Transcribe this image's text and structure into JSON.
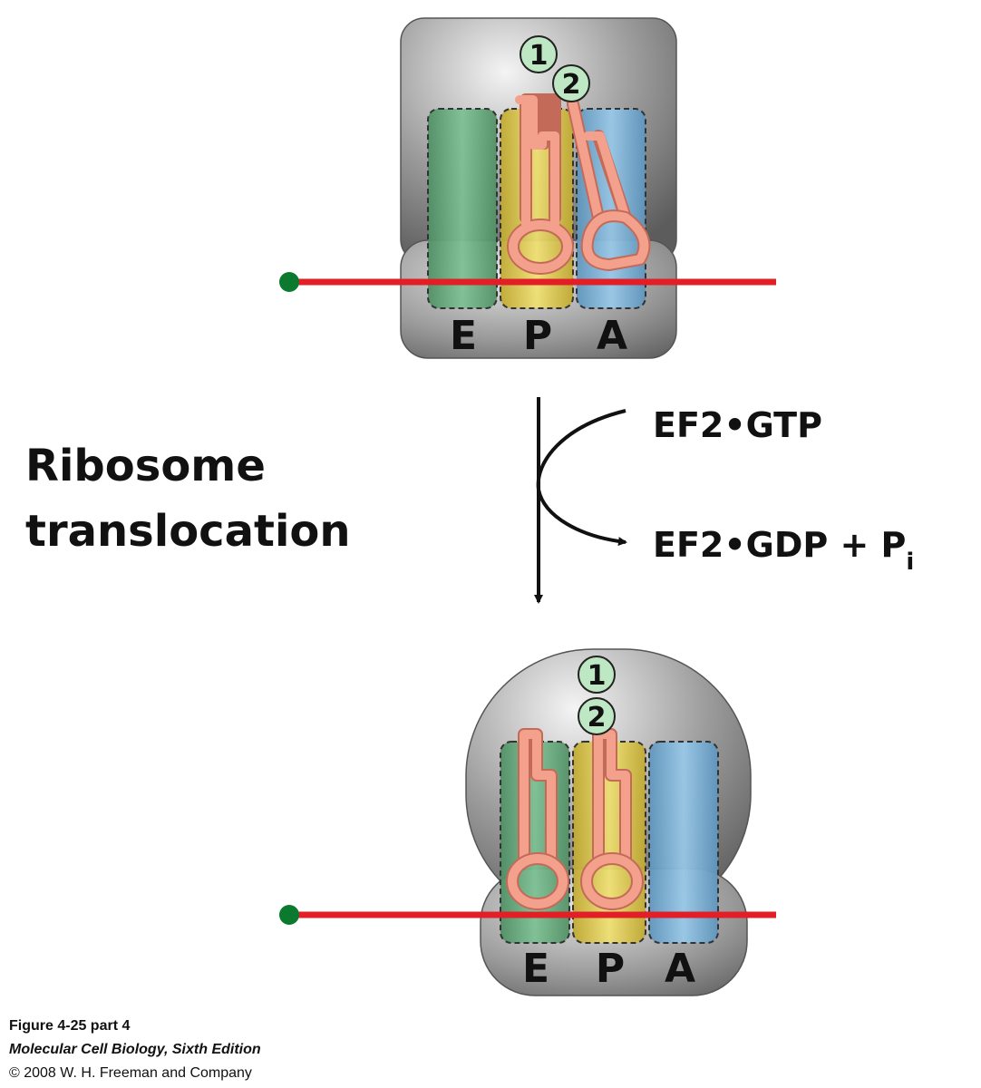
{
  "diagram": {
    "before": {
      "sites": [
        "E",
        "P",
        "A"
      ],
      "trna_numbers": [
        "1",
        "2"
      ]
    },
    "step_label": [
      "Ribosome",
      "translocation"
    ],
    "reaction": {
      "input": "EF2•GTP",
      "output": "EF2•GDP + P",
      "output_subscript": "i"
    },
    "after": {
      "sites": [
        "E",
        "P",
        "A"
      ],
      "trna_numbers": [
        "1",
        "2"
      ]
    },
    "colors": {
      "e_site": "#6fae82",
      "p_site": "#e0d055",
      "a_site": "#7fb3d8",
      "trna": "#f3a08c",
      "mrna": "#e21e26",
      "mrna_end": "#0c7a2e",
      "ribosome": "#8a8a8a",
      "badge": "#bde8c3"
    }
  },
  "caption": {
    "figure": "Figure 4-25 part 4",
    "book": "Molecular Cell Biology, Sixth Edition",
    "copyright": "© 2008 W. H. Freeman and Company"
  }
}
